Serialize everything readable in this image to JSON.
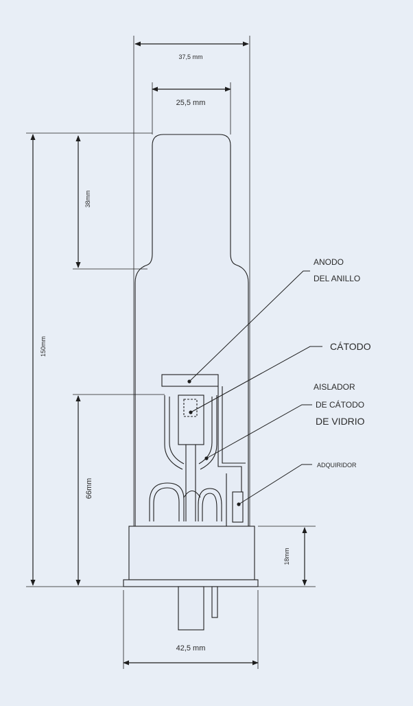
{
  "colors": {
    "background": "#e8eef6",
    "line": "#1e1e1e",
    "tube_fill": "#e6ecf5"
  },
  "dimensions": {
    "top_width": "37,5 mm",
    "inner_width": "25,5 mm",
    "neck_height": "38mm",
    "total_height": "150mm",
    "electrode_height": "66mm",
    "base_height": "18mm",
    "base_width": "42,5 mm"
  },
  "labels": {
    "anode_line1": "ANODO",
    "anode_line2": "DEL ANILLO",
    "cathode": "CÁTODO",
    "insulator_line1": "AISLADOR",
    "insulator_line2": "DE CÁTODO",
    "insulator_line3": "DE VIDRIO",
    "getter": "ADQUIRIDOR"
  }
}
